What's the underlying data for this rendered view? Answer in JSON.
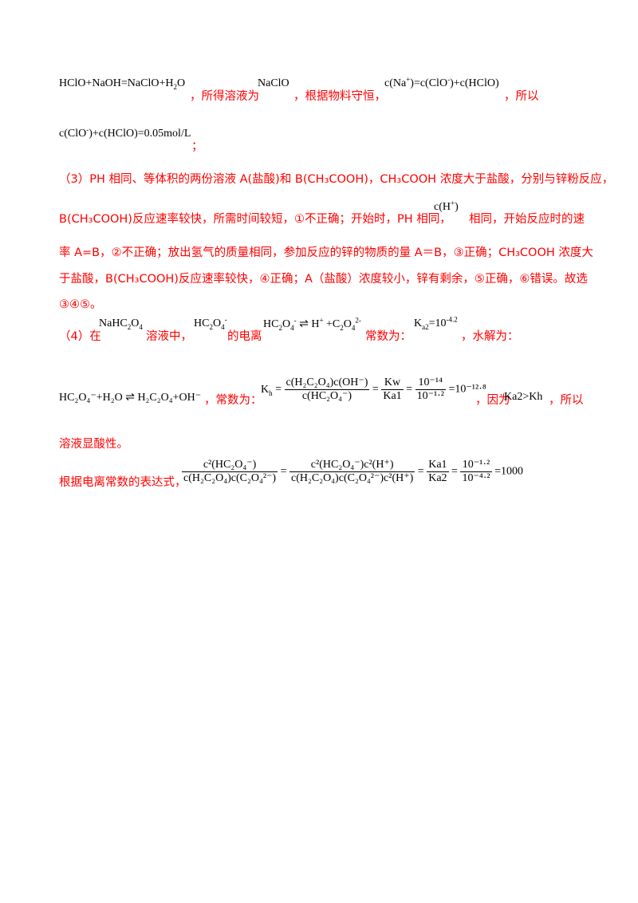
{
  "line1": {
    "eq": "HClO+NaOH=NaClO+H",
    "eq_sub": "2",
    "eq_tail": "O",
    "t1": "，所得溶液为",
    "naclo": "NaClO",
    "t2": "，根据物料守恒，",
    "cons_a": "c(Na",
    "cons_sup": "+",
    "cons_b": ")=c(ClO",
    "cons_sup2": "-",
    "cons_c": ")+c(HClO)",
    "t3": "，所以"
  },
  "line2": {
    "a": "c(ClO",
    "sup": "-",
    "b": ")+c(HClO)=0.05mol/L",
    "t": "；"
  },
  "p3": {
    "l1": "（3）PH 相同、等体积的两份溶液 A(盐酸)和 B(CH₃COOH)，CH₃COOH 浓度大于盐酸，分别与锌粉反应，",
    "l2a": "B(CH₃COOH)反应速率较快，所需时间较短，①不正确；开始时，PH 相同，",
    "l2m": "c(H",
    "l2sup": "+",
    "l2m2": ")",
    "l2b": "相同，开始反应时的速",
    "l3": "率 A=B，②不正确；放出氢气的质量相同，参加反应的锌的物质的量 A＝B，③正确；CH₃COOH 浓度大",
    "l4": "于盐酸，B(CH₃COOH)反应速率较快，④正确；A（盐酸）浓度较小，锌有剩余，⑤正确，⑥错误。故选",
    "l5": "③④⑤。"
  },
  "p4": {
    "a": "（4）在",
    "nahc": "NaHC",
    "nahc_sub1": "2",
    "nahc_b": "O",
    "nahc_sub2": "4",
    "b": "溶液中，",
    "hc": "HC",
    "hc_sub1": "2",
    "hc_o": "O",
    "hc_sub2": "4",
    "hc_sup": "-",
    "c": "的电离",
    "eq_lhs": "HC",
    "eq_arrow": "⇌",
    "eq_h": "H",
    "eq_hsup": "+",
    "eq_plus": "+C",
    "eq_rsub": "2",
    "eq_ro": "O",
    "eq_rsub2": "4",
    "eq_rsup": "2-",
    "d": "常数为：",
    "ka2": "K",
    "ka2_sub": "a2",
    "ka2_val": "=10",
    "ka2_exp": "-4.2",
    "e": "，水解为："
  },
  "hydrolysis": {
    "eq": "HC₂O₄⁻+H₂O ⇌ H₂C₂O₄+OH⁻",
    "t1": "，常数为：",
    "kh": "K",
    "kh_sub": "h",
    "num1": "c(H₂C₂O₄)c(OH⁻)",
    "den1": "c(HC₂O₄⁻)",
    "num2": "Kw",
    "den2": "Ka1",
    "num3": "10⁻¹⁴",
    "den3": "10⁻¹·²",
    "result": "=10⁻¹²·⁸",
    "t2": "，因为",
    "cmp": "Ka2>Kh",
    "t3": "，所以"
  },
  "acidic": "溶液显酸性。",
  "final": {
    "label": "根据电离常数的表达式，",
    "num1": "c²(HC₂O₄⁻)",
    "den1": "c(H₂C₂O₄)c(C₂O₄²⁻)",
    "num2": "c²(HC₂O₄⁻)c²(H⁺)",
    "den2": "c(H₂C₂O₄)c(C₂O₄²⁻)c²(H⁺)",
    "num3": "Ka1",
    "den3": "Ka2",
    "num4": "10⁻¹·²",
    "den4": "10⁻⁴·²",
    "result": "=1000"
  }
}
